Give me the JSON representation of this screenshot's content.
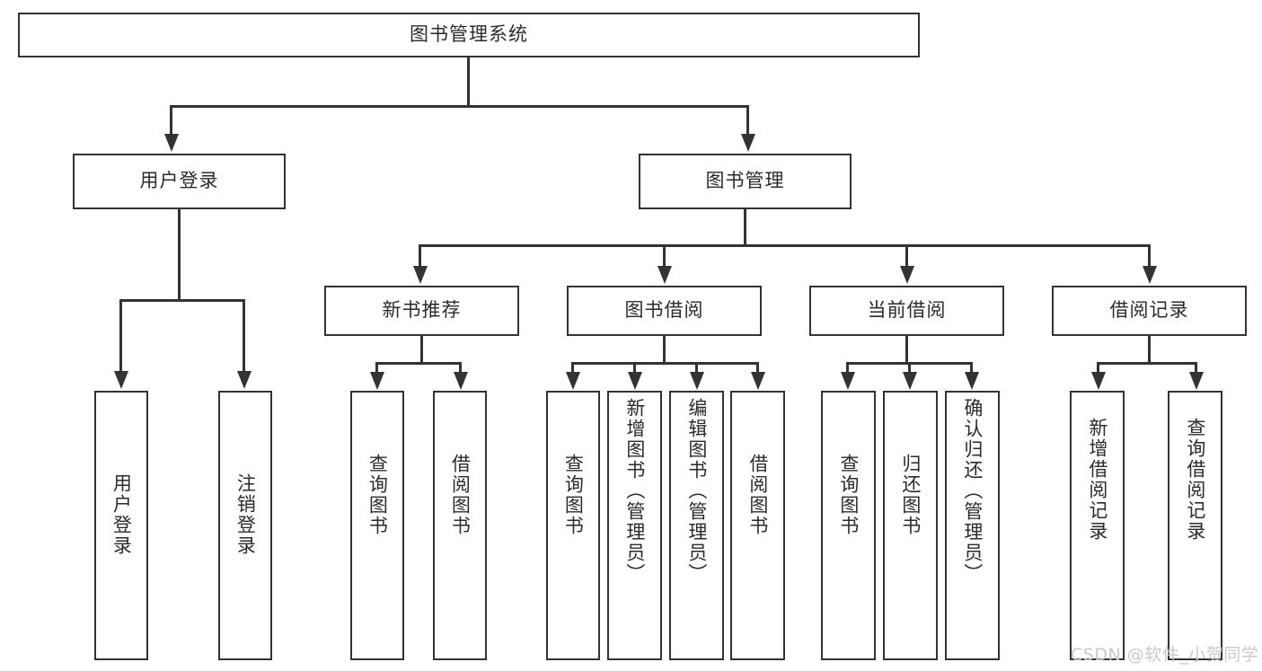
{
  "diagram": {
    "title": "图书管理系统",
    "root": {
      "label": "图书管理系统"
    },
    "level2": [
      {
        "label": "用户登录"
      },
      {
        "label": "图书管理"
      }
    ],
    "level3": [
      {
        "label": "新书推荐"
      },
      {
        "label": "图书借阅"
      },
      {
        "label": "当前借阅"
      },
      {
        "label": "借阅记录"
      }
    ],
    "leaves": {
      "user_login": [
        {
          "label": "用户登录"
        },
        {
          "label": "注销登录"
        }
      ],
      "new_book_recommend": [
        {
          "label": "查询图书"
        },
        {
          "label": "借阅图书"
        }
      ],
      "book_borrow": [
        {
          "label": "查询图书"
        },
        {
          "label": "新增图书（管理员）"
        },
        {
          "label": "编辑图书（管理员）"
        },
        {
          "label": "借阅图书"
        }
      ],
      "current_borrow": [
        {
          "label": "查询图书"
        },
        {
          "label": "归还图书"
        },
        {
          "label": "确认归还（管理员）"
        }
      ],
      "borrow_record": [
        {
          "label": "新增借阅记录"
        },
        {
          "label": "查询借阅记录"
        }
      ]
    }
  },
  "watermark": {
    "text": "CSDN @软件_小贺同学"
  },
  "colors": {
    "line": "#333333",
    "text": "#2b2b2b",
    "background": "#ffffff",
    "watermark": "#c9c9c9"
  }
}
